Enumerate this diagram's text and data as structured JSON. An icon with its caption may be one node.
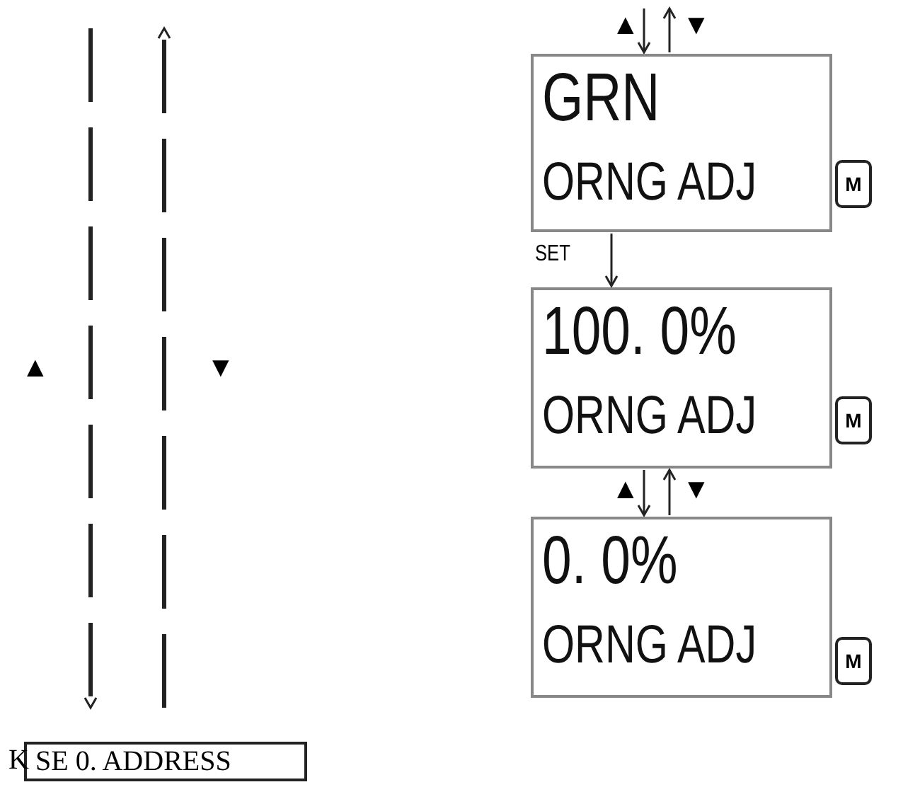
{
  "diagram": {
    "nodes": [
      {
        "text": [
          "GRN",
          "ORNG ADJ"
        ]
      },
      {
        "text": [
          "M"
        ]
      },
      {
        "text": [
          "100. 0%",
          "ORNG ADJ"
        ]
      },
      {
        "text": [
          "M"
        ]
      },
      {
        "text": [
          "0. 0%",
          "ORNG ADJ"
        ]
      },
      {
        "text": [
          "M"
        ]
      },
      {
        "text": [
          "SE 0. ADDRESS"
        ]
      }
    ],
    "edges": [
      {
        "from": null,
        "to": 0,
        "arrow": "to",
        "label": "▲"
      },
      {
        "from": 0,
        "to": null,
        "arrow": "to",
        "label": "▼"
      },
      {
        "from": 0,
        "to": 2,
        "arrow": "to",
        "label": "SET"
      },
      {
        "from": 2,
        "to": 4,
        "arrow": "to",
        "label": "▲"
      },
      {
        "from": 4,
        "to": 2,
        "arrow": "to",
        "label": "▼"
      }
    ],
    "labels": [
      "▲",
      "▼",
      "K"
    ]
  }
}
